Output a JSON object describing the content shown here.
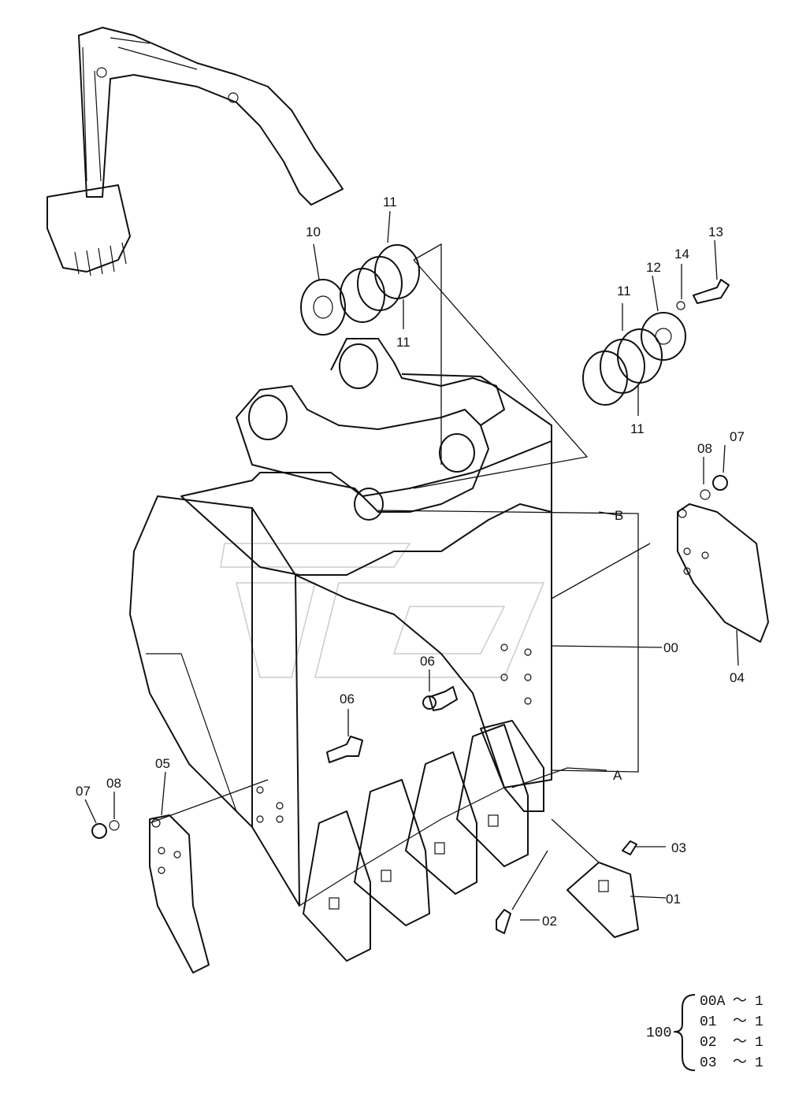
{
  "callouts": {
    "c00": "00",
    "c01": "01",
    "c02": "02",
    "c03": "03",
    "c04": "04",
    "c05": "05",
    "c06a": "06",
    "c06b": "06",
    "c07a": "07",
    "c07b": "07",
    "c08a": "08",
    "c08b": "08",
    "c10": "10",
    "c11a": "11",
    "c11b": "11",
    "c11c": "11",
    "c11d": "11",
    "c12": "12",
    "c13": "13",
    "c14": "14",
    "cA": "A",
    "cB": "B"
  },
  "summary": {
    "group": "100",
    "rows": [
      {
        "part": "00A",
        "sep": "～",
        "qty": "1"
      },
      {
        "part": "01",
        "sep": "～",
        "qty": "1"
      },
      {
        "part": "02",
        "sep": "～",
        "qty": "1"
      },
      {
        "part": "03",
        "sep": "～",
        "qty": "1"
      }
    ]
  }
}
